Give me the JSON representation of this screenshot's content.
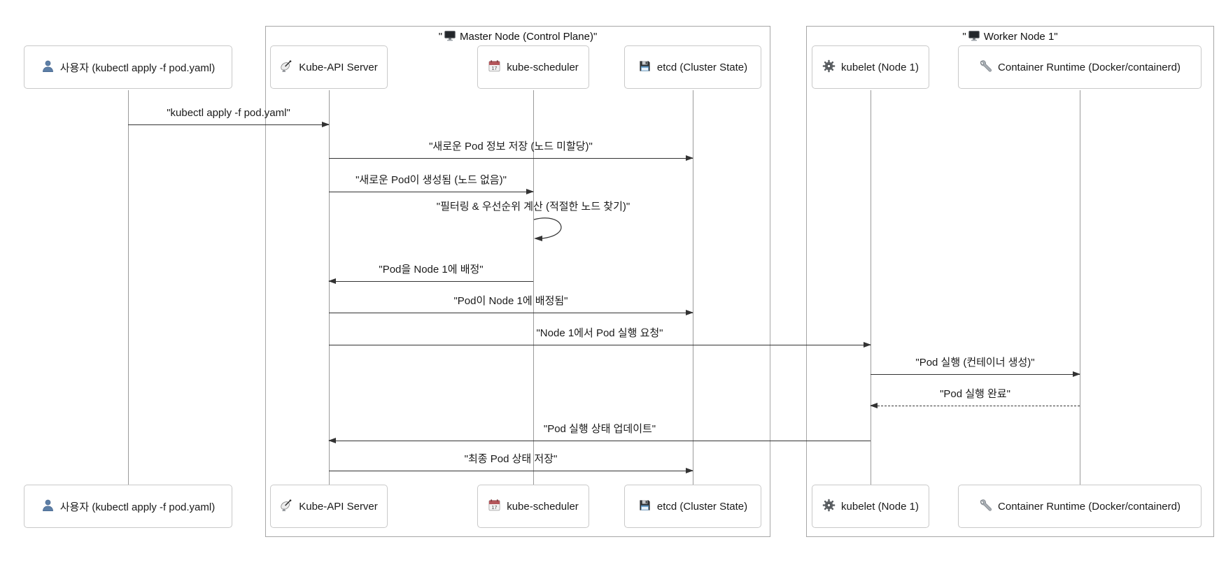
{
  "frames": {
    "master": {
      "quote_open": "\"",
      "icon": "monitor-icon",
      "label": "Master Node (Control Plane)",
      "quote_close": "\""
    },
    "worker": {
      "quote_open": "\"",
      "icon": "monitor-icon",
      "label": "Worker Node 1",
      "quote_close": "\""
    }
  },
  "participants": [
    {
      "id": "user",
      "icon": "person-icon",
      "label": "사용자 (kubectl apply -f pod.yaml)"
    },
    {
      "id": "api-server",
      "icon": "satellite-icon",
      "label": "Kube-API Server"
    },
    {
      "id": "scheduler",
      "icon": "calendar-icon",
      "label": "kube-scheduler"
    },
    {
      "id": "etcd",
      "icon": "floppy-disk-icon",
      "label": "etcd (Cluster State)"
    },
    {
      "id": "kubelet",
      "icon": "gear-icon",
      "label": "kubelet (Node 1)"
    },
    {
      "id": "runtime",
      "icon": "wrench-icon",
      "label": "Container Runtime (Docker/containerd)"
    }
  ],
  "icons": {
    "calendar_day": "17"
  },
  "messages": [
    {
      "label": "\"kubectl apply -f pod.yaml\"",
      "from": "user",
      "to": "api-server",
      "type": "solid"
    },
    {
      "label": "\"새로운 Pod 정보 저장 (노드 미할당)\"",
      "from": "api-server",
      "to": "etcd",
      "type": "solid"
    },
    {
      "label": "\"새로운 Pod이 생성됨 (노드 없음)\"",
      "from": "api-server",
      "to": "scheduler",
      "type": "solid"
    },
    {
      "label": "\"필터링 & 우선순위 계산 (적절한 노드 찾기)\"",
      "from": "scheduler",
      "to": "scheduler",
      "type": "self"
    },
    {
      "label": "\"Pod을 Node 1에 배정\"",
      "from": "scheduler",
      "to": "api-server",
      "type": "solid"
    },
    {
      "label": "\"Pod이 Node 1에 배정됨\"",
      "from": "api-server",
      "to": "etcd",
      "type": "solid"
    },
    {
      "label": "\"Node 1에서 Pod 실행 요청\"",
      "from": "api-server",
      "to": "kubelet",
      "type": "solid"
    },
    {
      "label": "\"Pod 실행 (컨테이너 생성)\"",
      "from": "kubelet",
      "to": "runtime",
      "type": "solid"
    },
    {
      "label": "\"Pod 실행 완료\"",
      "from": "runtime",
      "to": "kubelet",
      "type": "dashed"
    },
    {
      "label": "\"Pod 실행 상태 업데이트\"",
      "from": "kubelet",
      "to": "api-server",
      "type": "solid"
    },
    {
      "label": "\"최종 Pod 상태 저장\"",
      "from": "api-server",
      "to": "etcd",
      "type": "solid"
    }
  ]
}
